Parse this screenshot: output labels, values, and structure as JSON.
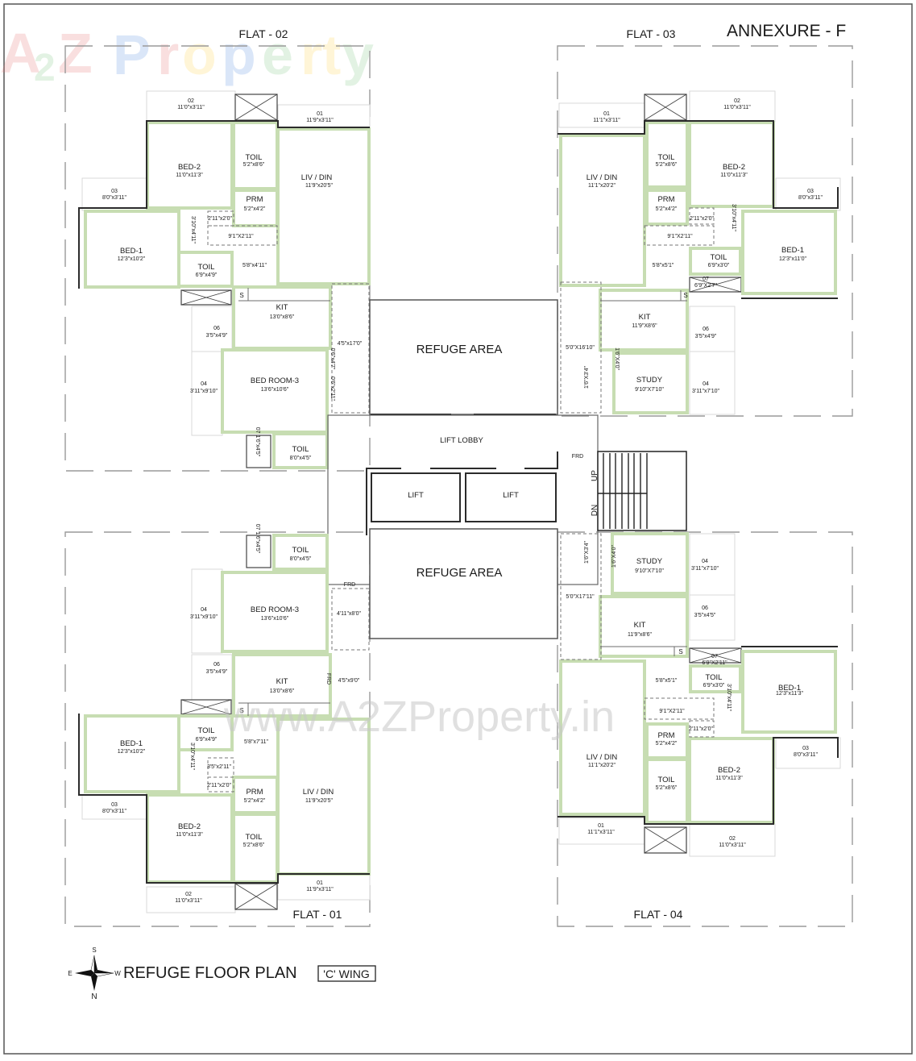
{
  "header": {
    "annexure": "ANNEXURE - F",
    "watermark_logo": "A2Z Property",
    "watermark_url": "www.A2ZProperty.in"
  },
  "footer": {
    "title": "REFUGE FLOOR PLAN",
    "wing": "'C' WING",
    "compass": {
      "top": "S",
      "bottom": "N",
      "left": "E",
      "right": "W"
    }
  },
  "core": {
    "refuge_top": "REFUGE AREA",
    "refuge_bottom": "REFUGE AREA",
    "lift_lobby": "LIFT LOBBY",
    "lift_1": "LIFT",
    "lift_2": "LIFT",
    "stair_up": "UP",
    "stair_down": "DN",
    "frd_stair": "FRD",
    "frd_lobby": "FRD"
  },
  "flat02": {
    "label": "FLAT - 02",
    "bed2": {
      "name": "BED-2",
      "dim": "11'0\"x11'3\""
    },
    "toil1": {
      "name": "TOIL",
      "dim": "5'2\"x8'6\""
    },
    "prm": {
      "name": "PRM",
      "dim": "5'2\"x4'2\""
    },
    "liv": {
      "name": "LIV / DIN",
      "dim": "11'9\"x20'5\""
    },
    "bed1": {
      "name": "BED-1",
      "dim": "12'3\"x10'2\""
    },
    "toil2": {
      "name": "TOIL",
      "dim": "6'9\"x4'9\""
    },
    "kit": {
      "name": "KIT",
      "dim": "13'0\"x8'6\""
    },
    "bed3": {
      "name": "BED ROOM-3",
      "dim": "13'6\"x10'6\""
    },
    "toil3": {
      "name": "TOIL",
      "dim": "8'0\"x4'5\""
    },
    "b01": {
      "no": "01",
      "dim": "11'9\"x3'11\""
    },
    "b02": {
      "no": "02",
      "dim": "11'0\"x3'11\""
    },
    "b03": {
      "no": "03",
      "dim": "8'0\"x3'11\""
    },
    "b04": {
      "no": "04",
      "dim": "3'11\"x9'10\""
    },
    "b06": {
      "no": "06",
      "dim": "3'5\"x4'9\""
    },
    "d07": "07  1'6\"x4'5\"",
    "p1": "2'11\"x2'0\"",
    "p2": "9'1\"X2'11\"",
    "p3": "5'8\"x4'11\"",
    "p4": "3'10\"x4'11\"",
    "p5": "4'5\"x17'0\"",
    "p6": "0'6\"x4'7\"",
    "p7": "0'6\"x2'11\"",
    "s": "S"
  },
  "flat03": {
    "label": "FLAT - 03",
    "liv": {
      "name": "LIV / DIN",
      "dim": "11'1\"x20'2\""
    },
    "toil1": {
      "name": "TOIL",
      "dim": "5'2\"x8'6\""
    },
    "prm": {
      "name": "PRM",
      "dim": "5'2\"x4'2\""
    },
    "bed2": {
      "name": "BED-2",
      "dim": "11'0\"x11'3\""
    },
    "bed1": {
      "name": "BED-1",
      "dim": "12'3\"x11'0\""
    },
    "toil2": {
      "name": "TOIL",
      "dim": "6'9\"x3'0\""
    },
    "kit": {
      "name": "KIT",
      "dim": "11'9\"X8'6\""
    },
    "study": {
      "name": "STUDY",
      "dim": "9'10\"X7'10\""
    },
    "b01": {
      "no": "01",
      "dim": "11'1\"x3'11\""
    },
    "b02": {
      "no": "02",
      "dim": "11'0\"x3'11\""
    },
    "b03": {
      "no": "03",
      "dim": "8'0\"x3'11\""
    },
    "b04": {
      "no": "04",
      "dim": "3'11\"x7'10\""
    },
    "b06": {
      "no": "06",
      "dim": "3'5\"x4'9\""
    },
    "d07": {
      "no": "07",
      "dim": "6'9\"X2'7\""
    },
    "p1": "2'11\"x2'0\"",
    "p2": "9'1\"X2'11\"",
    "p3": "5'8\"x5'1\"",
    "p4": "3'10\"x4'11\"",
    "p5": "5'0\"X16'10\"",
    "p6": "1'6\"X4'0\"",
    "p7": "1'6\"X3'4\"",
    "s": "S"
  },
  "flat01": {
    "label": "FLAT - 01",
    "toil3": {
      "name": "TOIL",
      "dim": "8'0\"x4'5\""
    },
    "bed3": {
      "name": "BED ROOM-3",
      "dim": "13'6\"x10'6\""
    },
    "kit": {
      "name": "KIT",
      "dim": "13'0\"x8'6\""
    },
    "bed1": {
      "name": "BED-1",
      "dim": "12'3\"x10'2\""
    },
    "toil2": {
      "name": "TOIL",
      "dim": "6'9\"x4'9\""
    },
    "prm": {
      "name": "PRM",
      "dim": "5'2\"x4'2\""
    },
    "liv": {
      "name": "LIV / DIN",
      "dim": "11'9\"x20'5\""
    },
    "bed2": {
      "name": "BED-2",
      "dim": "11'0\"x11'3\""
    },
    "toil1": {
      "name": "TOIL",
      "dim": "5'2\"x8'6\""
    },
    "b01": {
      "no": "01",
      "dim": "11'9\"x3'11\""
    },
    "b02": {
      "no": "02",
      "dim": "11'0\"x3'11\""
    },
    "b03": {
      "no": "03",
      "dim": "8'0\"x3'11\""
    },
    "b04": {
      "no": "04",
      "dim": "3'11\"x9'10\""
    },
    "b06": {
      "no": "06",
      "dim": "3'5\"x4'9\""
    },
    "d07": "07  1'6\"x4'5\"",
    "p1": "2'11\"x2'0\"",
    "p2": "3'5\"x2'11\"",
    "p3": "5'8\"x7'11\"",
    "p4": "3'10\"x4'11\"",
    "p5": "4'11\"x8'0\"",
    "p6": "4'5\"x9'0\"",
    "frd": "FRD",
    "s": "S"
  },
  "flat04": {
    "label": "FLAT - 04",
    "study": {
      "name": "STUDY",
      "dim": "9'10\"X7'10\""
    },
    "kit": {
      "name": "KIT",
      "dim": "11'9\"x8'6\""
    },
    "toil2": {
      "name": "TOIL",
      "dim": "6'9\"x3'0\""
    },
    "bed1": {
      "name": "BED-1",
      "dim": "12'3\"x11'3\""
    },
    "prm": {
      "name": "PRM",
      "dim": "5'2\"x4'2\""
    },
    "bed2": {
      "name": "BED-2",
      "dim": "11'0\"x11'3\""
    },
    "toil1": {
      "name": "TOIL",
      "dim": "5'2\"x8'6\""
    },
    "liv": {
      "name": "LIV / DIN",
      "dim": "11'1\"x20'2\""
    },
    "b01": {
      "no": "01",
      "dim": "11'1\"x3'11\""
    },
    "b02": {
      "no": "02",
      "dim": "11'0\"x3'11\""
    },
    "b03": {
      "no": "03",
      "dim": "8'0\"x3'11\""
    },
    "b04": {
      "no": "04",
      "dim": "3'11\"x7'10\""
    },
    "b06": {
      "no": "06",
      "dim": "3'5\"x4'5\""
    },
    "d07": {
      "no": "07",
      "dim": "6'9\"X2'11\""
    },
    "p1": "2'11\"x2'0\"",
    "p2": "9'1\"X2'11\"",
    "p3": "5'8\"x5'1\"",
    "p4": "3'10\"x4'11\"",
    "p5": "5'0\"X17'11\"",
    "p6": "1'6\"X3'4\"",
    "p7": "1'6\"X4'0\"",
    "s": "S"
  }
}
